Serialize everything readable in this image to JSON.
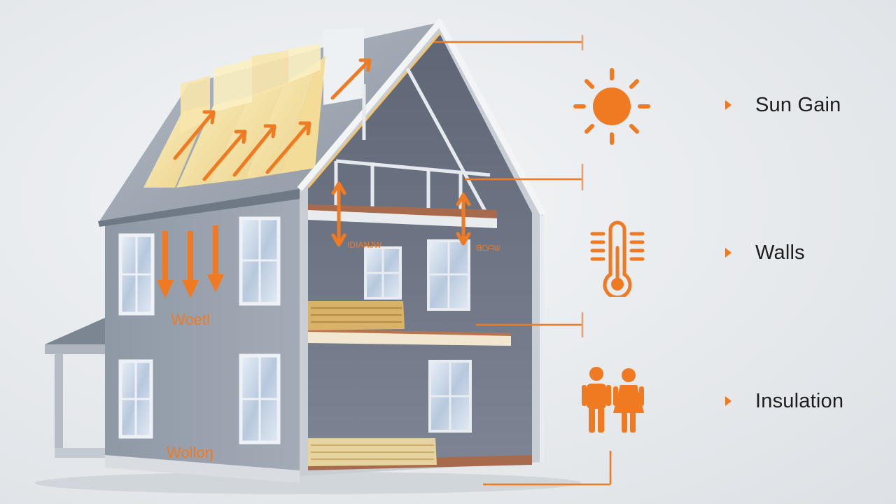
{
  "colors": {
    "accent": "#f07a22",
    "wall": "#8e97a4",
    "roof": "#9aa2ad",
    "insulation": "#f3df9a",
    "window_glass": "#cfdcec",
    "background": "#e8ebee"
  },
  "legend": [
    {
      "label": "Sun Gain",
      "icon": "sun-icon"
    },
    {
      "label": "Walls",
      "icon": "thermometer-icon"
    },
    {
      "label": "Insulation",
      "icon": "people-icon"
    }
  ],
  "house_labels": {
    "upper_wall": "Woetl",
    "lower_wall": "Wolloŋ",
    "interior": "IDIANJW",
    "interior_right": "ᗺᗝᗩᗯ"
  }
}
